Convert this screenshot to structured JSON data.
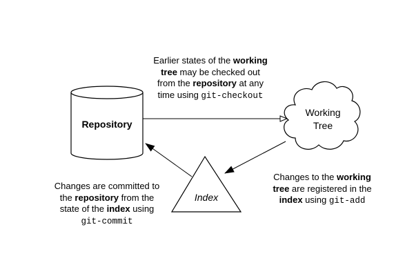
{
  "nodes": {
    "repository": {
      "label": "Repository"
    },
    "working_tree": {
      "label_line1": "Working",
      "label_line2": "Tree"
    },
    "index": {
      "label": "Index"
    }
  },
  "notes": {
    "checkout": {
      "line1_pre": "Earlier states of the ",
      "line1_bold": "working",
      "line2_bold": "tree",
      "line2_post": " may be checked out",
      "line3_pre": "from the ",
      "line3_bold": "repository",
      "line3_post": " at any",
      "line4_pre": "time using ",
      "line4_cmd": "git-checkout"
    },
    "add": {
      "line1_pre": "Changes to the ",
      "line1_bold": "working",
      "line2_bold": "tree",
      "line2_post": " are registered in the",
      "line3_bold": "index",
      "line3_mid": " using ",
      "line3_cmd": "git-add"
    },
    "commit": {
      "line1": "Changes are committed to",
      "line2_pre": "the ",
      "line2_bold": "repository",
      "line2_post": " from the",
      "line3_pre": "state of the ",
      "line3_bold": "index",
      "line3_post": " using",
      "line4_cmd": "git-commit"
    }
  },
  "colors": {
    "stroke": "#000000",
    "fill": "#ffffff",
    "text": "#000000"
  }
}
